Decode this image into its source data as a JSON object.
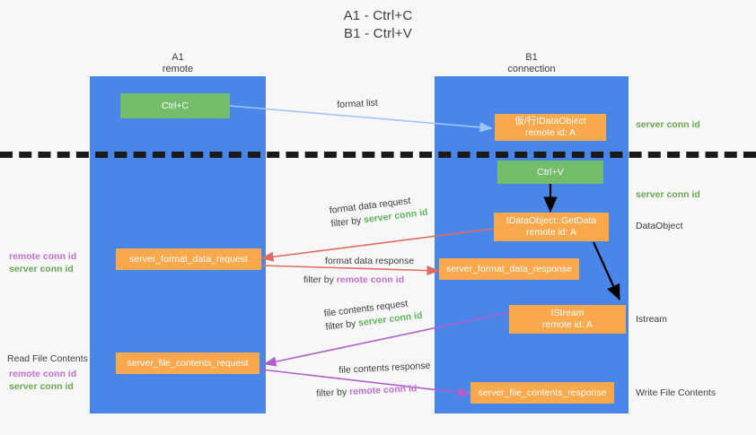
{
  "title": {
    "line1": "A1 - Ctrl+C",
    "line2": "B1 - Ctrl+V"
  },
  "lanes": [
    {
      "name": "A1",
      "sub": "remote"
    },
    {
      "name": "B1",
      "sub": "connection"
    }
  ],
  "boxes": {
    "ctrl_c": "Ctrl+C",
    "ctrl_v": "Ctrl+V",
    "idataobject_top_l1": "仮/行IDataObject",
    "idataobject_top_l2": "remote id: A",
    "getdata_l1": "IDataObject::GetData",
    "getdata_l2": "remote id: A",
    "istream_l1": "IStream",
    "istream_l2": "remote id: A",
    "server_format_data_request": "server_format_data_request",
    "server_format_data_response": "server_format_data_response",
    "server_file_contents_request": "server_file_contents_request",
    "server_file_contents_response": "server_file_contents_response"
  },
  "annotations": {
    "format_list": "format list",
    "format_data_request": "format data request",
    "format_data_request_filter_prefix": "filter by ",
    "format_data_request_filter_value": "server conn id",
    "format_data_response": "format data response",
    "format_data_response_filter_prefix": "filter by ",
    "format_data_response_filter_value": "remote conn id",
    "file_contents_request": "file contents request",
    "file_contents_request_filter_prefix": "filter by ",
    "file_contents_request_filter_value": "server conn id",
    "file_contents_response": "file contents response",
    "file_contents_response_filter_prefix": "filter by ",
    "file_contents_response_filter_value": "remote conn id"
  },
  "side_labels": {
    "right_server_conn_id_top": "server conn id",
    "right_server_conn_id_mid": "server conn id",
    "right_dataobject": "DataObject",
    "right_istream": "Istream",
    "right_write_file_contents": "Write File Contents",
    "left_remote_conn_id_1": "remote conn id",
    "left_server_conn_id_1": "server conn id",
    "left_read_file_contents": "Read File Contents",
    "left_remote_conn_id_2": "remote conn id",
    "left_server_conn_id_2": "server conn id"
  },
  "colors": {
    "lane": "#4a86e8",
    "green_box": "#74bd6a",
    "orange_box": "#f9a94c",
    "arrow_light_blue": "#9fc5f8",
    "arrow_red": "#e06c5f",
    "arrow_magenta": "#e040a0",
    "arrow_purple": "#b05fd0",
    "arrow_black": "#000000",
    "text_green": "#5cb85c",
    "text_magenta": "#c26fd6",
    "background": "#f7f7f7"
  }
}
